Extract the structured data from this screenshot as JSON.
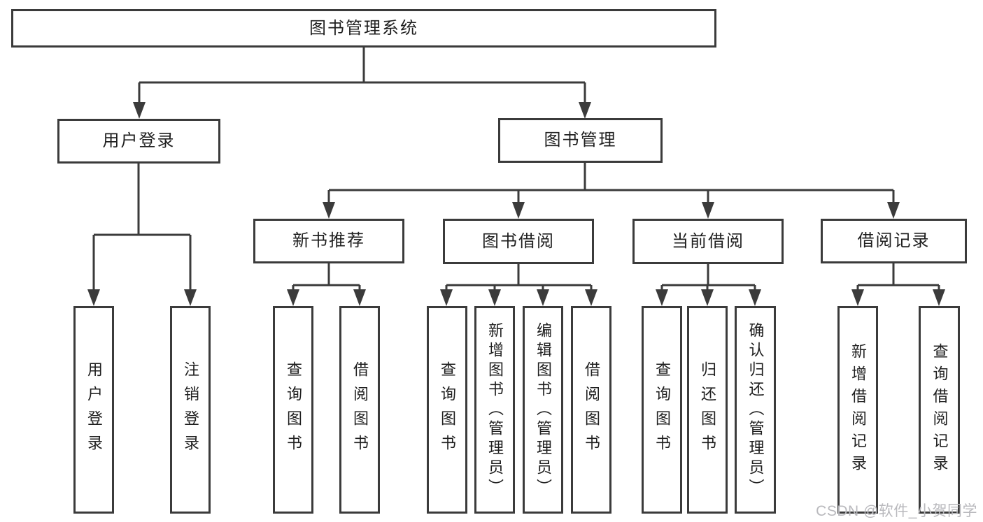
{
  "colors": {
    "background": "#ffffff",
    "line": "#3b3b3b",
    "box_border": "#3b3b3b",
    "box_fill": "#ffffff",
    "text": "#1f1f1f",
    "watermark": "#b9b9bd"
  },
  "tree": {
    "root": {
      "label": "图书管理系统"
    },
    "branches": [
      {
        "label": "用户登录",
        "children": [
          {
            "label": "用户登录"
          },
          {
            "label": "注销登录"
          }
        ]
      },
      {
        "label": "图书管理",
        "groups": [
          {
            "label": "新书推荐",
            "children": [
              {
                "label": "查询图书"
              },
              {
                "label": "借阅图书"
              }
            ]
          },
          {
            "label": "图书借阅",
            "children": [
              {
                "label": "查询图书"
              },
              {
                "label": "新增图书（管理员）"
              },
              {
                "label": "编辑图书（管理员）"
              },
              {
                "label": "借阅图书"
              }
            ]
          },
          {
            "label": "当前借阅",
            "children": [
              {
                "label": "查询图书"
              },
              {
                "label": "归还图书"
              },
              {
                "label": "确认归还（管理员）"
              }
            ]
          },
          {
            "label": "借阅记录",
            "children": [
              {
                "label": "新增借阅记录"
              },
              {
                "label": "查询借阅记录"
              }
            ]
          }
        ]
      }
    ]
  },
  "watermark": {
    "text": "CSDN @软件_小贺同学"
  }
}
